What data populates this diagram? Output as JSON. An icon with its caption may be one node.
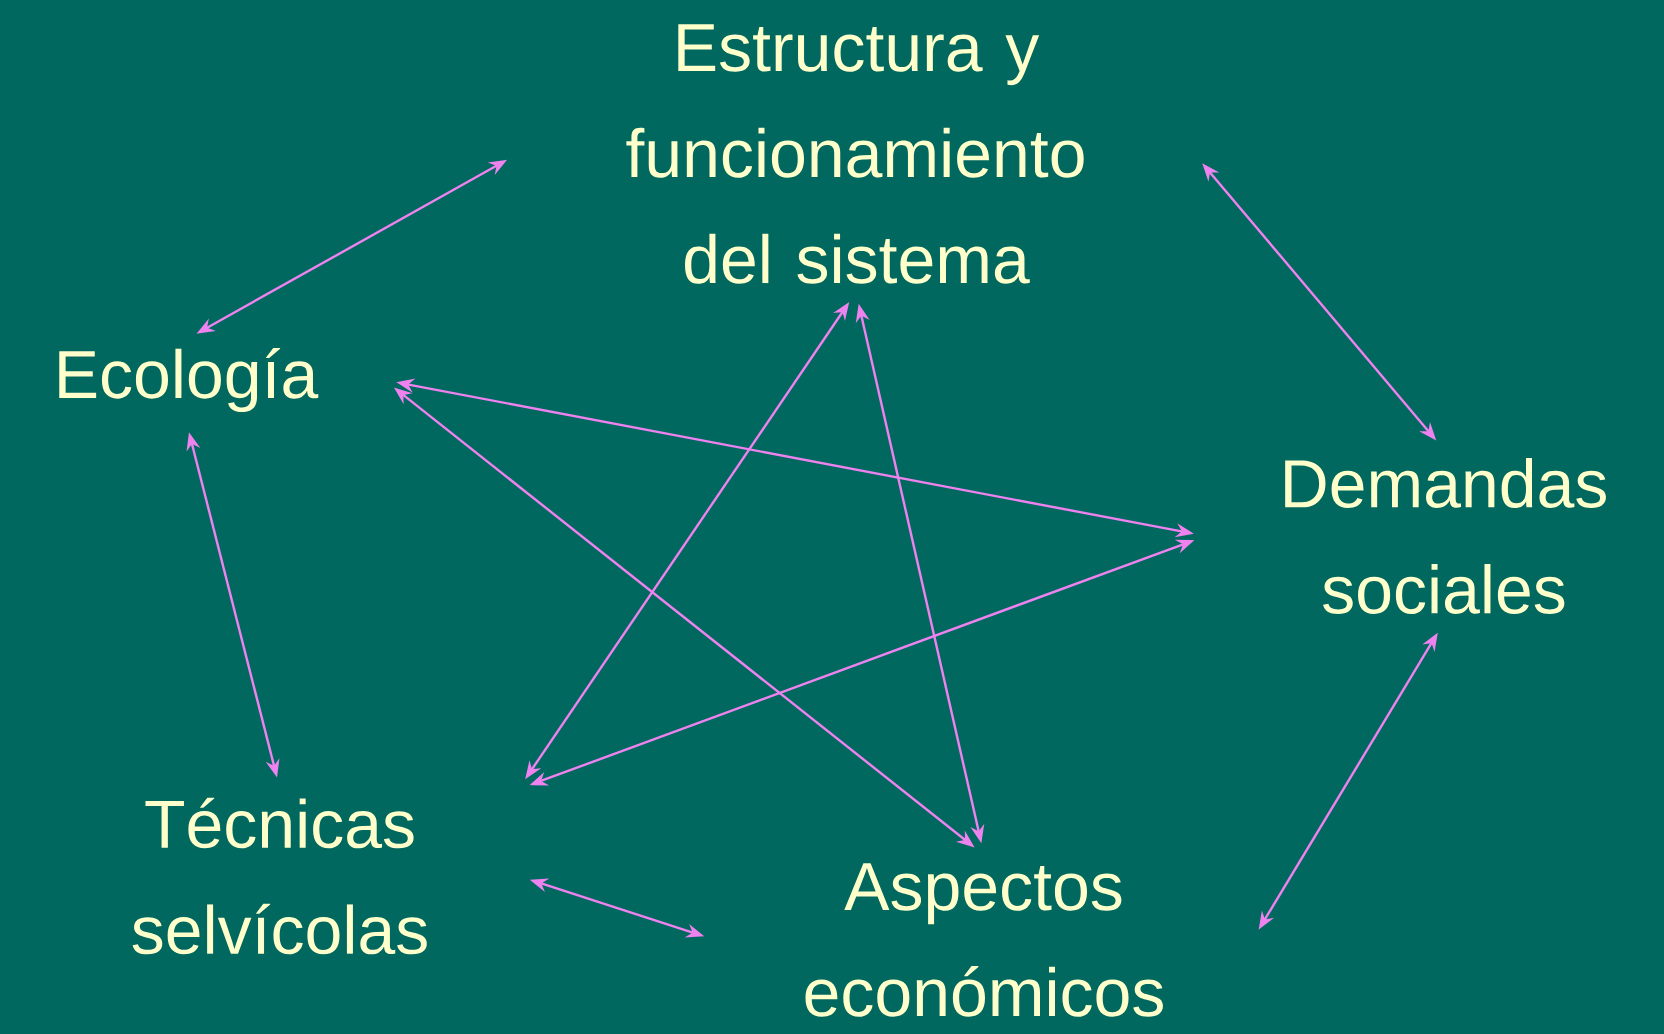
{
  "diagram": {
    "nodes": [
      {
        "text": [
          "Estructura y funcionamiento del sistema"
        ]
      },
      {
        "text": [
          "Ecología"
        ]
      },
      {
        "text": [
          "Demandas sociales"
        ]
      },
      {
        "text": [
          "Técnicas selvícolas"
        ]
      },
      {
        "text": [
          "Aspectos económicos"
        ]
      }
    ],
    "edges": [
      {
        "from": 1,
        "to": 0,
        "arrow": "both"
      },
      {
        "from": 0,
        "to": 2,
        "arrow": "both"
      },
      {
        "from": 1,
        "to": 3,
        "arrow": "both"
      },
      {
        "from": 3,
        "to": 4,
        "arrow": "both"
      },
      {
        "from": 4,
        "to": 2,
        "arrow": "both"
      },
      {
        "from": 1,
        "to": 2,
        "arrow": "both"
      },
      {
        "from": 1,
        "to": 4,
        "arrow": "both"
      },
      {
        "from": 3,
        "to": 0,
        "arrow": "both"
      },
      {
        "from": 3,
        "to": 2,
        "arrow": "both"
      },
      {
        "from": 0,
        "to": 4,
        "arrow": "both"
      }
    ]
  }
}
